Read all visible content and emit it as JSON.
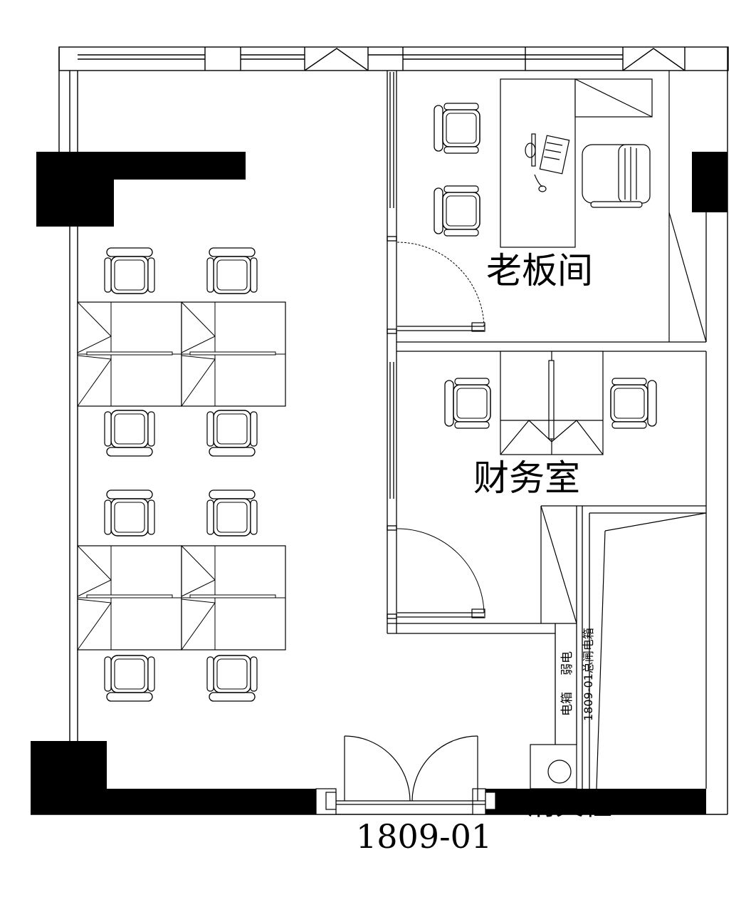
{
  "plan": {
    "unit_number": "1809-01",
    "rooms": {
      "boss_office": "老板间",
      "finance_room": "财务室"
    },
    "labels": {
      "fire_hydrant": "消火栓",
      "weak_current_box_1": "弱电",
      "weak_current_box_2": "电箱",
      "main_electrical_box": "1809-01总闸电箱"
    },
    "colors": {
      "line": "#000000",
      "wall_fill": "#000000",
      "background": "#ffffff"
    }
  }
}
